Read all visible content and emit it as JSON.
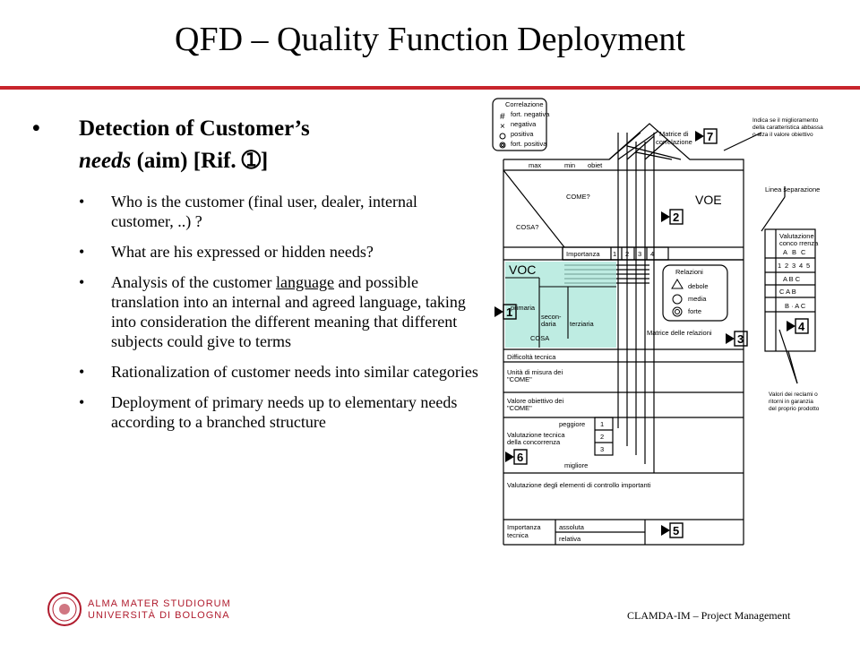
{
  "slide": {
    "title": "QFD – Quality Function Deployment",
    "main_bullet": {
      "line1": "Detection of Customer’s",
      "needs": "needs",
      "aim": " (aim) [Rif. ",
      "symbol": "➀",
      "close": "]"
    },
    "sub_bullets": [
      {
        "text": "Who is the customer (final user, dealer, internal customer, ..) ?"
      },
      {
        "text": "What are his expressed or hidden needs?"
      },
      {
        "pre": "Analysis of the customer ",
        "underlined": "language",
        "post": " and possible translation into an internal and agreed language, taking into consideration the different meaning that different subjects could give to terms"
      },
      {
        "text": "Rationalization of customer needs into similar categories"
      },
      {
        "text": "Deployment of primary needs up to elementary needs according to a branched structure"
      }
    ],
    "footer": "CLAMDA-IM – Project Management",
    "university": {
      "line1": "ALMA MATER STUDIORUM",
      "line2": "UNIVERSITÀ DI BOLOGNA"
    }
  },
  "diagram": {
    "legend_title": "Correlazione",
    "legend": [
      "fort. negativa",
      "negativa",
      "positiva",
      "fort. positiva"
    ],
    "matrice_correlazione": [
      "Matrice di",
      "correlazione"
    ],
    "n7": "7",
    "indica": [
      "Indica se il miglioramento",
      "della caratteristica abbassa",
      "o alza il valore obiettivo"
    ],
    "max": "max",
    "min": "min",
    "obiet": "obiet",
    "come": "COME?",
    "voe": "VOE",
    "cosa_q": "COSA?",
    "n2": "2",
    "linea": "Linea separazione",
    "importanza": "Importanza",
    "imp_nums": [
      "1",
      "2",
      "3",
      "4"
    ],
    "valutazione_conc": [
      "Valutazione",
      "conco rrenza"
    ],
    "abc": [
      "A",
      "B",
      "C"
    ],
    "scale": [
      "1",
      "2",
      "3",
      "4",
      "5"
    ],
    "rows_abc": [
      "A   B C",
      "C    A  B",
      "B  · A  C"
    ],
    "voc": "VOC",
    "primaria": "primaria",
    "secondaria": [
      "secon-",
      "daria"
    ],
    "terziaria": "terziaria",
    "cosa": "COSA",
    "n1": "1",
    "relazioni": "Relazioni",
    "relazioni_items": [
      "debole",
      "media",
      "forte"
    ],
    "matrice_relazioni": "Matrice delle relazioni",
    "n3": "3",
    "n4": "4",
    "difficolta": "Difficoltà tecnica",
    "unita": [
      "Unità di misura dei",
      "\"COME\""
    ],
    "valore": [
      "Valore obiettivo dei",
      "\"COME\""
    ],
    "valori_reclami": [
      "Valori dei reclami o",
      "ritorni in garanzia",
      "del proprio prodotto"
    ],
    "peggiore": "peggiore",
    "migliore": "migliore",
    "val_nums": [
      "1",
      "2",
      "3"
    ],
    "val_tecnica": [
      "Valutazione tecnica",
      "della concorrenza"
    ],
    "n6": "6",
    "val_elementi": "Valutazione degli elementi di controllo importanti",
    "imp_tecnica": [
      "Importanza",
      "tecnica"
    ],
    "assoluta": "assoluta",
    "relativa": "relativa",
    "n5": "5",
    "colors": {
      "voc_highlight": "#a8e6d8",
      "accent": "#c8242c"
    }
  }
}
